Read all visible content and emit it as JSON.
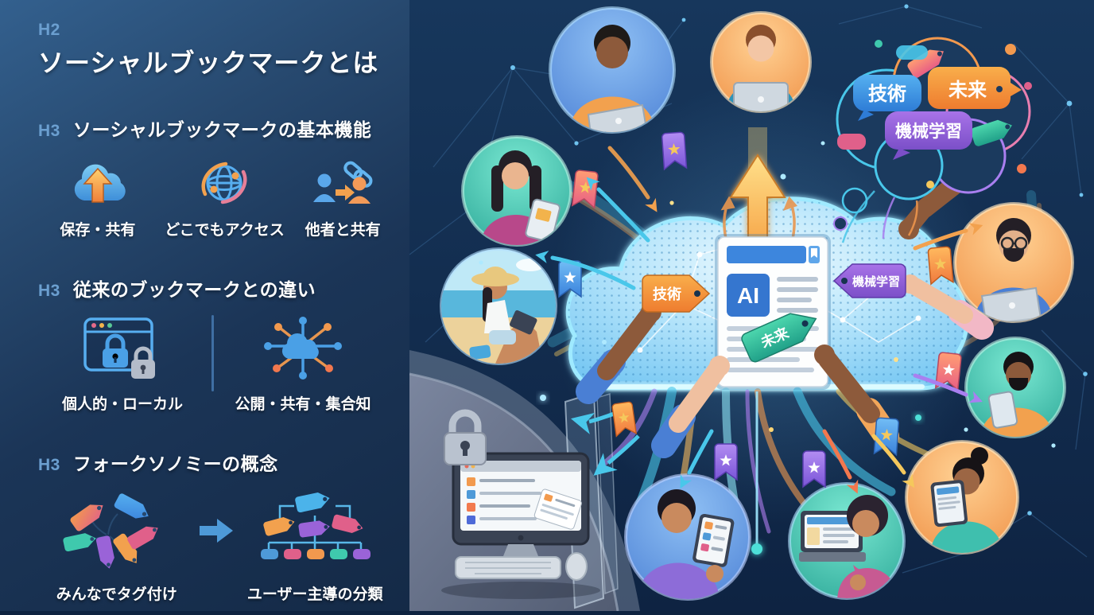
{
  "left_panel": {
    "h2_tag": "H2",
    "h3_tag": "H3",
    "title": "ソーシャルブックマークとは",
    "sections": [
      {
        "title": "ソーシャルブックマークの基本機能",
        "items": [
          {
            "icon": "cloud-upload-icon",
            "label": "保存・共有"
          },
          {
            "icon": "globe-access-icon",
            "label": "どこでもアクセス"
          },
          {
            "icon": "people-share-icon",
            "label": "他者と共有"
          }
        ]
      },
      {
        "title": "従来のブックマークとの違い",
        "items": [
          {
            "icon": "browser-lock-icon",
            "label": "個人的・ローカル"
          },
          {
            "icon": "cloud-network-icon",
            "label": "公開・共有・集合知"
          }
        ]
      },
      {
        "title": "フォークソノミーの概念",
        "items": [
          {
            "icon": "tags-cluster-icon",
            "label": "みんなでタグ付け"
          },
          {
            "icon": "tag-hierarchy-icon",
            "label": "ユーザー主導の分類"
          }
        ]
      }
    ]
  },
  "illustration": {
    "doc_label": "AI",
    "doc_tags": {
      "tech": "技術",
      "future": "未来",
      "ml": "機械学習"
    },
    "thought_tags": {
      "tech": "技術",
      "future": "未来",
      "ml": "機械学習"
    }
  },
  "colors": {
    "heading_accent": "#6b9fd0",
    "panel_bg_top": "#33608e",
    "panel_bg_bottom": "#142a47",
    "canvas_bg": "#14315a",
    "cloud_glow": "#9feaff",
    "tag_orange": "#f08a35",
    "tag_purple": "#8a5bd0",
    "tag_teal": "#2fb898"
  }
}
